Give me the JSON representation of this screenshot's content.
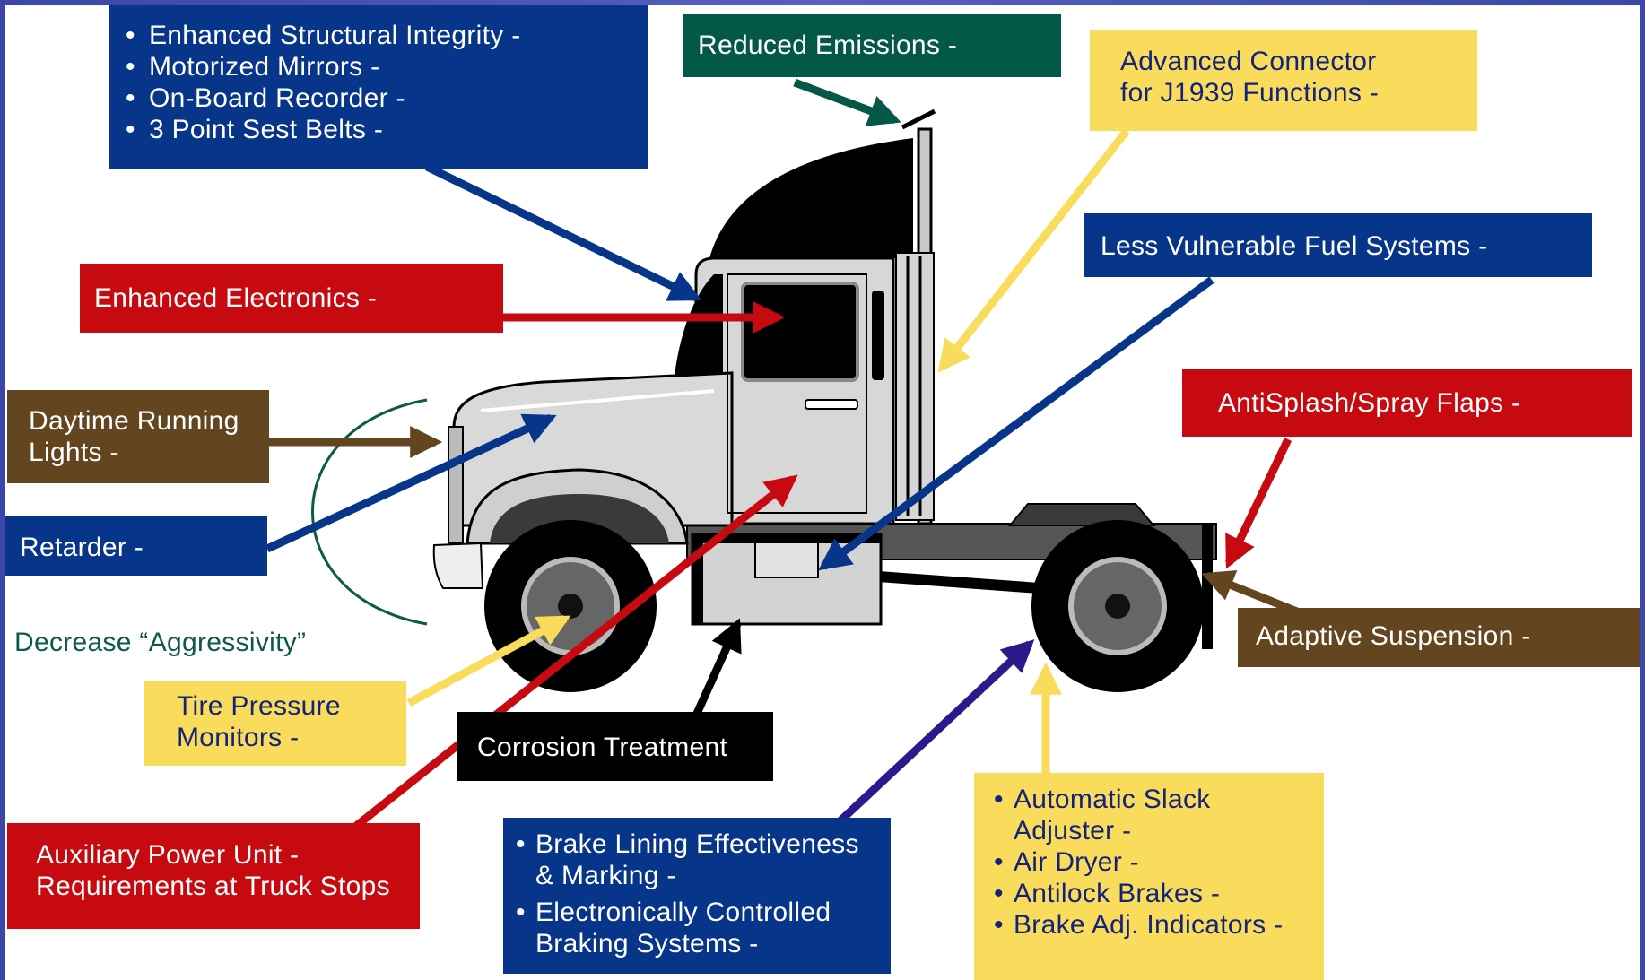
{
  "callouts": {
    "safety": {
      "items": [
        "Enhanced Structural Integrity -",
        "Motorized Mirrors -",
        "On-Board Recorder -",
        "3 Point Sest Belts -"
      ]
    },
    "emissions": "Reduced Emissions -",
    "connector": {
      "line1": "Advanced Connector",
      "line2": "for J1939 Functions  -"
    },
    "electronics": "Enhanced Electronics  -",
    "fuel": "Less Vulnerable Fuel Systems  -",
    "splash": "AntiSplash/Spray Flaps  -",
    "drl": {
      "line1": "Daytime Running",
      "line2": "Lights  -"
    },
    "retarder": "Retarder -",
    "aggressivity": "Decrease “Aggressivity”",
    "tire": {
      "line1": "Tire Pressure",
      "line2": "Monitors  -"
    },
    "suspension": "Adaptive Suspension  -",
    "corrosion": "Corrosion Treatment",
    "apu": {
      "line1": "Auxiliary Power Unit -",
      "line2": "Requirements at Truck Stops"
    },
    "brake_lining": {
      "items": [
        {
          "line1": "Brake Lining Effectiveness",
          "line2": "& Marking  -"
        },
        {
          "line1": "Electronically Controlled",
          "line2": "Braking Systems  -"
        }
      ]
    },
    "brakes": {
      "items": [
        {
          "line1": "Automatic Slack",
          "line2": "Adjuster  -"
        },
        {
          "line1": "Air Dryer  -",
          "line2": ""
        },
        {
          "line1": "Antilock Brakes -",
          "line2": ""
        },
        {
          "line1": "Brake Adj. Indicators -",
          "line2": ""
        }
      ]
    }
  },
  "colors": {
    "blue": "#07358a",
    "red": "#c70a0f",
    "green": "#035847",
    "yellow": "#fadc5c",
    "brown": "#634520",
    "black": "#000000",
    "navy_text": "#13237a",
    "teal_text": "#0d5a4a"
  }
}
